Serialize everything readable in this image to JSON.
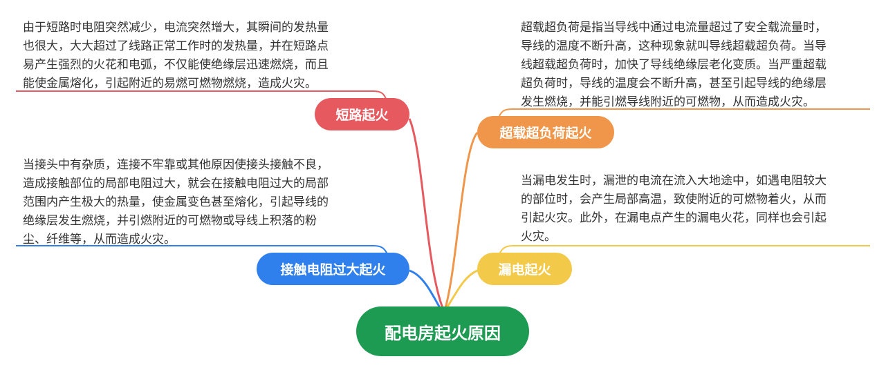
{
  "root": {
    "label": "配电房起火原因",
    "color": "#1e9b53"
  },
  "branches": [
    {
      "id": "short-circuit",
      "label": "短路起火",
      "color": "#e65a5f",
      "description": [
        "由于短路时电阻突然减少，电流突然增大，其瞬间的发热量",
        "也很大，大大超过了线路正常工作时的发热量，并在短路点",
        "易产生强烈的火花和电弧，不仅能使绝缘层迅速燃烧，而且",
        "能使金属熔化，引起附近的易燃可燃物燃烧，造成火灾。"
      ]
    },
    {
      "id": "contact-resistance",
      "label": "接触电阻过大起火",
      "color": "#2f80ed",
      "description": [
        "当接头中有杂质，连接不牢靠或其他原因使接头接触不良，",
        "造成接触部位的局部电阻过大，就会在接触电阻过大的局部",
        "范围内产生极大的热量，使金属变色甚至熔化，引起导线的",
        "绝缘层发生燃烧，并引燃附近的可燃物或导线上积落的粉",
        "尘、纤维等，从而造成火灾。"
      ]
    },
    {
      "id": "overload",
      "label": "超载超负荷起火",
      "color": "#f0964a",
      "description": [
        "超载超负荷是指当导线中通过电流量超过了安全载流量时，",
        "导线的温度不断升高，这种现象就叫导线超载超负荷。当导",
        "线超载超负荷时，加快了导线绝缘层老化变质。当严重超载",
        "超负荷时，导线的温度会不断升高，甚至引起导线的绝缘层",
        "发生燃烧，并能引燃导线附近的可燃物，从而造成火灾。"
      ]
    },
    {
      "id": "leakage",
      "label": "漏电起火",
      "color": "#f3c94a",
      "description": [
        "当漏电发生时，漏泄的电流在流入大地途中，如遇电阻较大",
        "的部位时，会产生局部高温，致使附近的可燃物着火，从而",
        "引起火灾。此外，在漏电点产生的漏电火花，同样也会引起",
        "火灾。"
      ]
    }
  ]
}
